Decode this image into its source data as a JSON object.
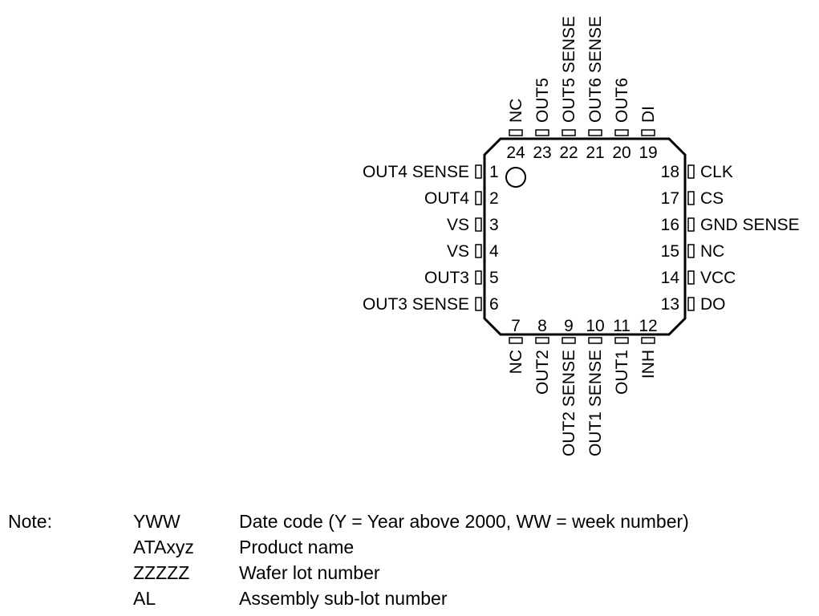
{
  "package": {
    "pins": [
      {
        "num": "1",
        "name": "OUT4 SENSE"
      },
      {
        "num": "2",
        "name": "OUT4"
      },
      {
        "num": "3",
        "name": "VS"
      },
      {
        "num": "4",
        "name": "VS"
      },
      {
        "num": "5",
        "name": "OUT3"
      },
      {
        "num": "6",
        "name": "OUT3 SENSE"
      },
      {
        "num": "7",
        "name": "NC"
      },
      {
        "num": "8",
        "name": "OUT2"
      },
      {
        "num": "9",
        "name": "OUT2 SENSE"
      },
      {
        "num": "10",
        "name": "OUT1 SENSE"
      },
      {
        "num": "11",
        "name": "OUT1"
      },
      {
        "num": "12",
        "name": "INH"
      },
      {
        "num": "13",
        "name": "DO"
      },
      {
        "num": "14",
        "name": "VCC"
      },
      {
        "num": "15",
        "name": "NC"
      },
      {
        "num": "16",
        "name": "GND SENSE"
      },
      {
        "num": "17",
        "name": "CS"
      },
      {
        "num": "18",
        "name": "CLK"
      },
      {
        "num": "19",
        "name": "DI"
      },
      {
        "num": "20",
        "name": "OUT6"
      },
      {
        "num": "21",
        "name": "OUT6 SENSE"
      },
      {
        "num": "22",
        "name": "OUT5 SENSE"
      },
      {
        "num": "23",
        "name": "OUT5"
      },
      {
        "num": "24",
        "name": "NC"
      }
    ]
  },
  "note": {
    "label": "Note:",
    "rows": [
      {
        "code": "YWW",
        "desc": "Date code (Y = Year above 2000, WW = week number)"
      },
      {
        "code": "ATAxyz",
        "desc": "Product name"
      },
      {
        "code": "ZZZZZ",
        "desc": "Wafer lot number"
      },
      {
        "code": "AL",
        "desc": "Assembly sub-lot number"
      }
    ]
  }
}
